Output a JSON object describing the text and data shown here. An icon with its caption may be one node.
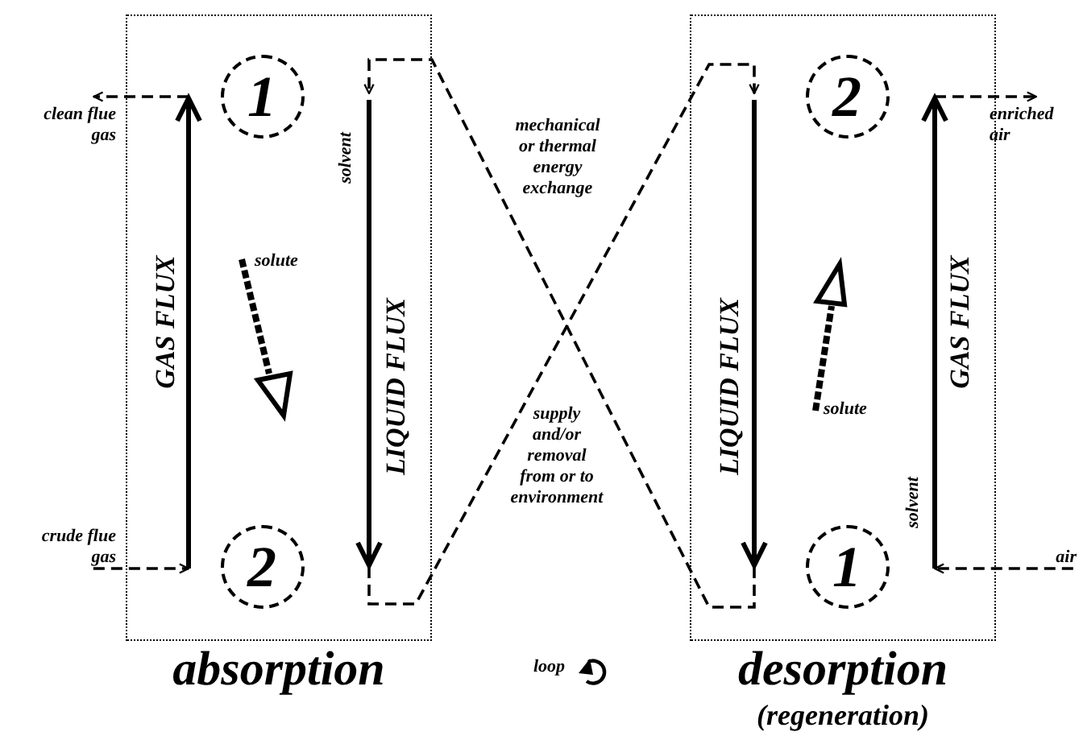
{
  "diagram": {
    "nodes": [
      {
        "text": [
          "absorption"
        ]
      },
      {
        "text": [
          "1"
        ],
        "in": 0
      },
      {
        "text": [
          "clean flue gas"
        ]
      },
      {
        "text": [
          "GAS FLUX"
        ],
        "in": 0
      },
      {
        "text": [
          "LIQUID FLUX"
        ],
        "in": 0
      },
      {
        "text": [
          "crude flue gas"
        ]
      },
      {
        "text": [
          "2"
        ],
        "in": 0
      },
      {
        "text": [
          "desorption",
          "(regeneration)"
        ]
      },
      {
        "text": [
          "2"
        ],
        "in": 7
      },
      {
        "text": [
          "LIQUID FLUX"
        ],
        "in": 7
      },
      {
        "text": [
          "GAS FLUX"
        ],
        "in": 7
      },
      {
        "text": [
          "enriched air"
        ]
      },
      {
        "text": [
          "air"
        ]
      },
      {
        "text": [
          "1"
        ],
        "in": 7
      }
    ],
    "edges": [
      {
        "from": 5,
        "to": 3,
        "arrow": "to",
        "style": "dashed"
      },
      {
        "from": 3,
        "to": 2,
        "arrow": "to",
        "style": "dashed"
      },
      {
        "from": 4,
        "to": 9,
        "arrow": "to",
        "style": "dashed"
      },
      {
        "from": 9,
        "to": 4,
        "arrow": "to",
        "style": "dashed"
      },
      {
        "from": 12,
        "to": 10,
        "arrow": "to",
        "style": "dashed"
      },
      {
        "from": 10,
        "to": 11,
        "arrow": "to",
        "style": "dashed"
      }
    ],
    "labels": [
      "solvent",
      "mechanical or thermal energy exchange",
      "solute",
      "supply and/or removal from or to environment",
      "solute",
      "solvent",
      "loop"
    ]
  }
}
